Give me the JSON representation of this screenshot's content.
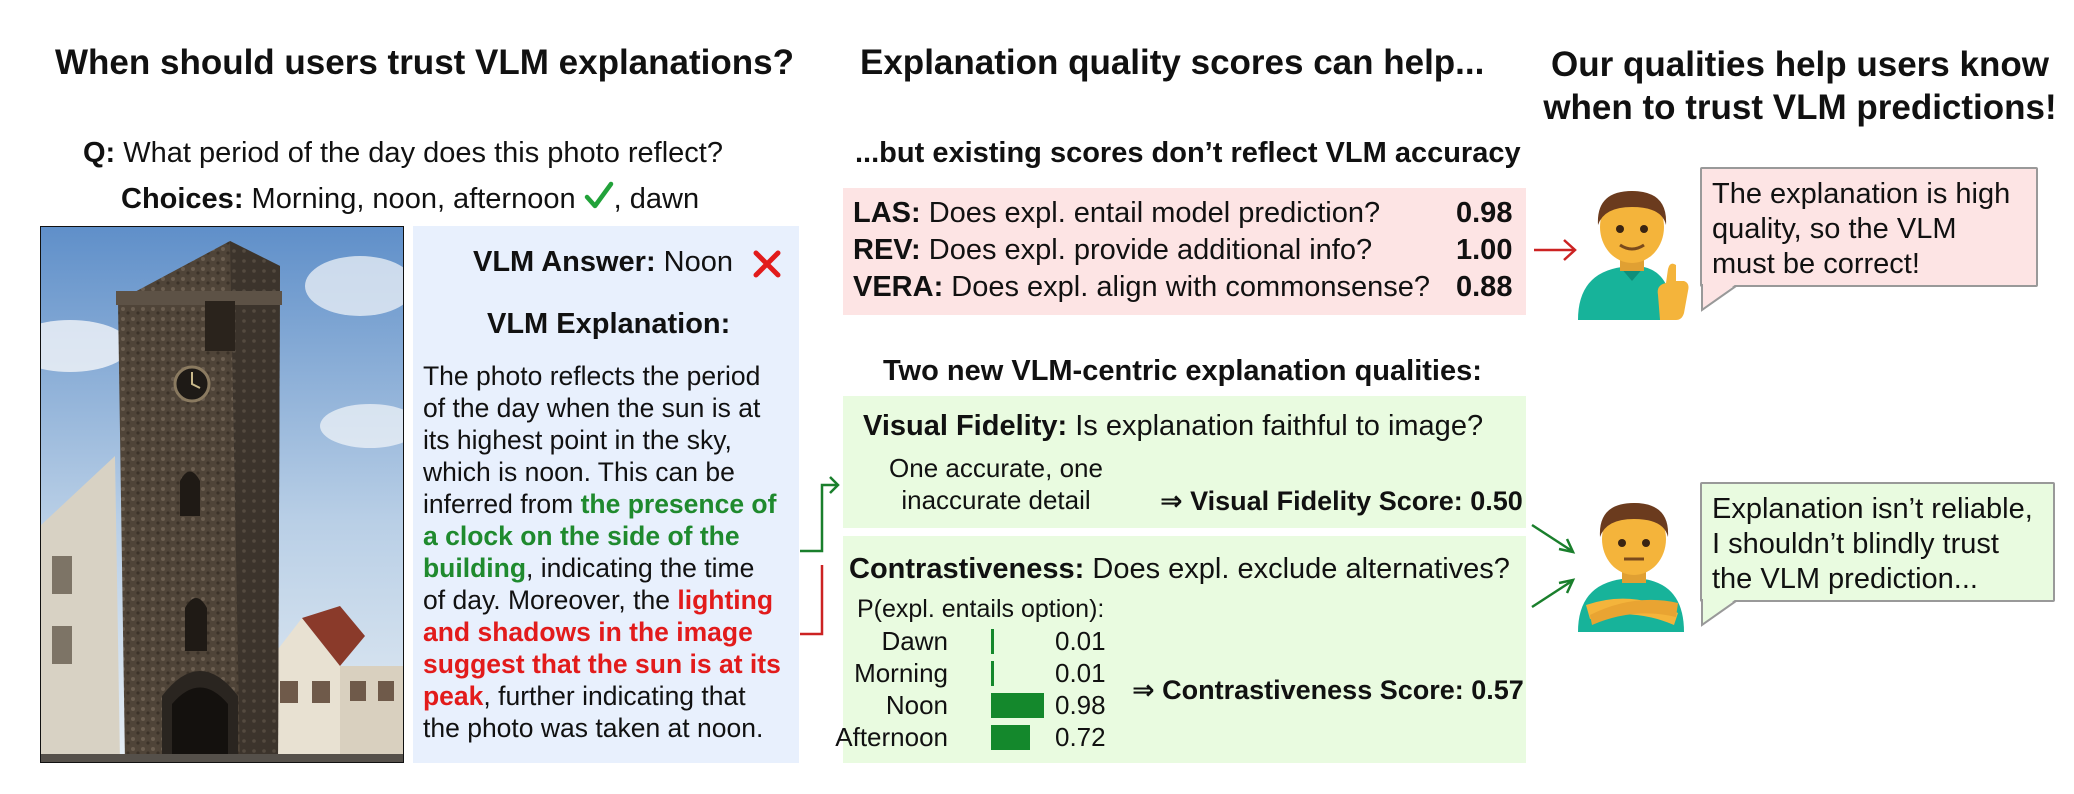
{
  "col1": {
    "title": "When should users trust VLM explanations?",
    "q_label": "Q:",
    "q_text": "What period of the day does this photo reflect?",
    "choices_label": "Choices:",
    "choices_text": "Morning, noon, afternoon",
    "choices_tail": ", dawn",
    "answer_label": "VLM Answer:",
    "answer_value": "Noon",
    "explanation_heading": "VLM Explanation:",
    "exp_lines": [
      "The photo reflects the period",
      "of the day when the sun is at",
      "its highest point in the sky,",
      "which is noon. This can be"
    ],
    "exp_l5a": "inferred from ",
    "exp_l5b": "the presence of",
    "exp_l6": "a clock on the side of the",
    "exp_l7a": "building",
    "exp_l7b": ", indicating the time",
    "exp_l8a": "of day. Moreover, the ",
    "exp_l8b": "lighting",
    "exp_l9": "and shadows in the image",
    "exp_l10": "suggest that the sun is at its",
    "exp_l11a": "peak",
    "exp_l11b": ", further indicating that",
    "exp_l12": "the photo was taken at noon."
  },
  "col2": {
    "title": "Explanation quality scores can help...",
    "subtitle": "...but existing scores don’t reflect VLM accuracy",
    "existing": [
      {
        "label": "LAS:",
        "text": "Does expl. entail model prediction?",
        "score": "0.98"
      },
      {
        "label": "REV:",
        "text": "Does expl. provide additional info?",
        "score": "1.00"
      },
      {
        "label": "VERA:",
        "text": "Does expl. align with commonsense?",
        "score": "0.88"
      }
    ],
    "new_heading": "Two new VLM-centric explanation qualities:",
    "vf_label": "Visual Fidelity:",
    "vf_text": "Is explanation faithful to image?",
    "vf_detail1": "One accurate, one",
    "vf_detail2": "inaccurate detail",
    "vf_score": "⇒ Visual Fidelity Score: 0.50",
    "c_label": "Contrastiveness:",
    "c_text": "Does expl. exclude alternatives?",
    "c_prob": "P(expl. entails option):",
    "c_score": "⇒ Contrastiveness Score: 0.57"
  },
  "chart_data": {
    "type": "bar",
    "categories": [
      "Dawn",
      "Morning",
      "Noon",
      "Afternoon"
    ],
    "values": [
      0.01,
      0.01,
      0.98,
      0.72
    ],
    "labels": [
      "0.01",
      "0.01",
      "0.98",
      "0.72"
    ],
    "xlim": [
      0,
      1
    ],
    "color": "#14882c"
  },
  "col3": {
    "title1": "Our qualities help users know",
    "title2": "when to trust VLM predictions!",
    "bubble1": [
      "The explanation is high",
      "quality, so the VLM",
      "must be correct!"
    ],
    "bubble2": [
      "Explanation isn’t reliable,",
      "I shouldn’t blindly trust",
      "the VLM prediction..."
    ]
  },
  "colors": {
    "blue_panel": "#e8f0fd",
    "pink_panel": "#fde4e4",
    "green_panel": "#e9fbe0",
    "green_text": "#1f8a2e",
    "red_text": "#e21b1b",
    "bar": "#14882c"
  },
  "icons": [
    "green-check-icon",
    "red-cross-icon",
    "person-thumbs-up-icon",
    "person-arms-crossed-icon",
    "tower-photo"
  ]
}
